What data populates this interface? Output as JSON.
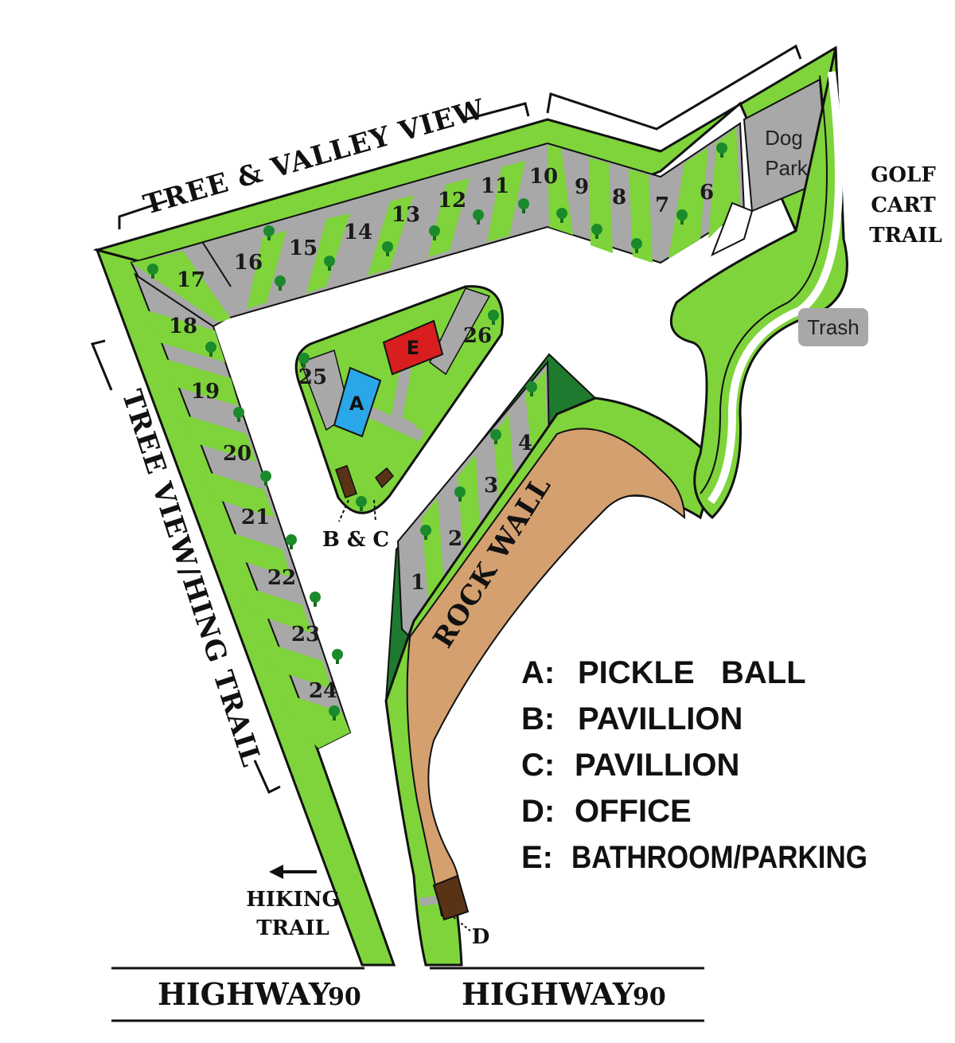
{
  "map": {
    "trail_top": "TREE & VALLEY VIEW",
    "trail_left": "TREE VIEW/HING TRAIL",
    "golf_cart_trail": [
      "GOLF",
      "CART",
      "TRAIL"
    ],
    "dog_park": [
      "Dog",
      "Park"
    ],
    "trash": "Trash",
    "rock_wall": "ROCK WALL",
    "hiking_trail": [
      "HIKING",
      "TRAIL"
    ],
    "bc_label": "B & C",
    "d_label": "D",
    "facility_a": "A",
    "facility_e": "E",
    "highway_left": {
      "name": "HIGHWAY",
      "num": "90"
    },
    "highway_right": {
      "name": "HIGHWAY",
      "num": "90"
    },
    "sites": [
      "1",
      "2",
      "3",
      "4",
      "6",
      "7",
      "8",
      "9",
      "10",
      "11",
      "12",
      "13",
      "14",
      "15",
      "16",
      "17",
      "18",
      "19",
      "20",
      "21",
      "22",
      "23",
      "24",
      "25",
      "26"
    ],
    "legend": [
      {
        "key": "A:",
        "text": "PICKLE   BALL"
      },
      {
        "key": "B:",
        "text": "PAVILLION"
      },
      {
        "key": "C:",
        "text": "PAVILLION"
      },
      {
        "key": "D:",
        "text": "OFFICE"
      },
      {
        "key": "E:",
        "text": "BATHROOM/PARKING"
      }
    ],
    "colors": {
      "grass": "#7ed43a",
      "dark_grass": "#1e7a2e",
      "pad": "#a8a8a8",
      "road": "#ffffff",
      "rock_wall": "#d4a070",
      "pickleball": "#2aa7e8",
      "bathroom": "#d81e1e",
      "building": "#5a3216"
    }
  }
}
